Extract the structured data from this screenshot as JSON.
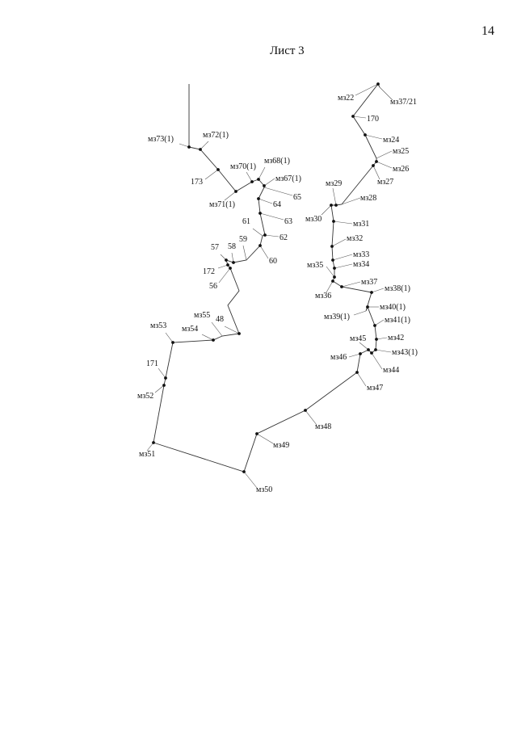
{
  "page_number": "14",
  "sheet_title": "Лист 3",
  "labels": {
    "mz22": "мз22",
    "mz37_21": "мз37/21",
    "n170": "170",
    "mz24": "мз24",
    "mz25": "мз25",
    "mz26": "мз26",
    "mz27": "мз27",
    "mz28": "мз28",
    "mz29": "мз29",
    "mz30": "мз30",
    "mz31": "мз31",
    "mz32": "мз32",
    "mz33": "мз33",
    "mz34": "мз34",
    "mz35": "мз35",
    "mz36": "мз36",
    "mz37": "мз37",
    "mz38_1": "мз38(1)",
    "mz39_1": "мз39(1)",
    "mz40_1": "мз40(1)",
    "mz41_1": "мз41(1)",
    "mz42": "мз42",
    "mz43_1": "мз43(1)",
    "mz44": "мз44",
    "mz45": "мз45",
    "mz46": "мз46",
    "mz47": "мз47",
    "mz48": "мз48",
    "mz49": "мз49",
    "mz50": "мз50",
    "mz51": "мз51",
    "mz52": "мз52",
    "n171": "171",
    "mz53": "мз53",
    "mz54": "мз54",
    "mz55": "мз55",
    "n48": "48",
    "n56": "56",
    "n172": "172",
    "n57": "57",
    "n58": "58",
    "n59": "59",
    "n60": "60",
    "n61": "61",
    "n62": "62",
    "n63": "63",
    "n64": "64",
    "n65": "65",
    "mz67_1": "мз67(1)",
    "mz68_1": "мз68(1)",
    "mz70_1": "мз70(1)",
    "mz71_1": "мз71(1)",
    "n173": "173",
    "mz72_1": "мз72(1)",
    "mz73_1": "мз73(1)"
  }
}
